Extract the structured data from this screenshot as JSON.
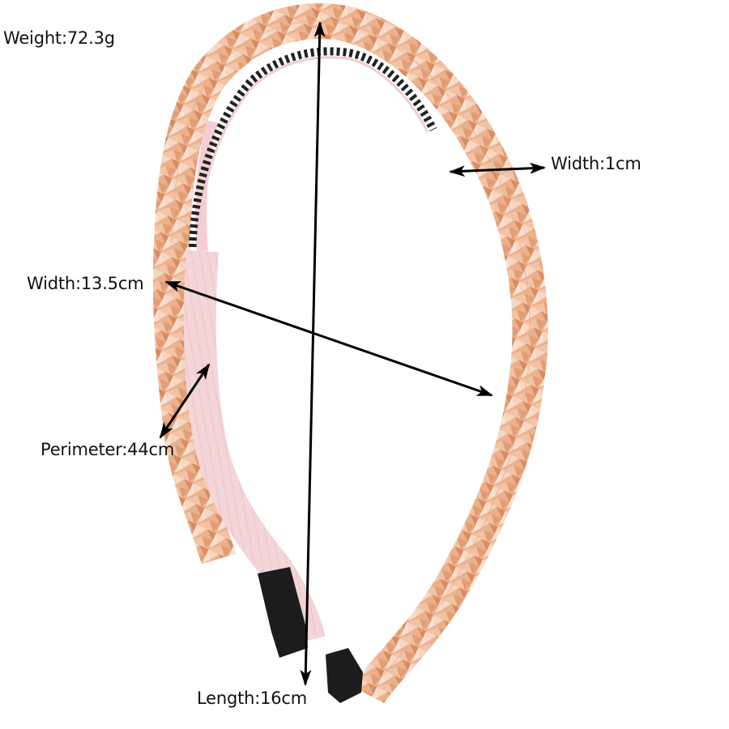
{
  "product": {
    "name": "crystal headband",
    "colors": {
      "crystal": "#e8a97e",
      "crystal_light": "#f6d2bd",
      "crystal_dark": "#c97a52",
      "band_fabric": "#f3d3d6",
      "comb_teeth": "#222222",
      "end_tips": "#1c1c1c",
      "arrow": "#000000",
      "background": "#ffffff"
    }
  },
  "annotations": {
    "weight": "Weight:72.3g",
    "band_width": "Width:1cm",
    "span_width": "Width:13.5cm",
    "perimeter": "Perimeter:44cm",
    "length": "Length:16cm"
  }
}
